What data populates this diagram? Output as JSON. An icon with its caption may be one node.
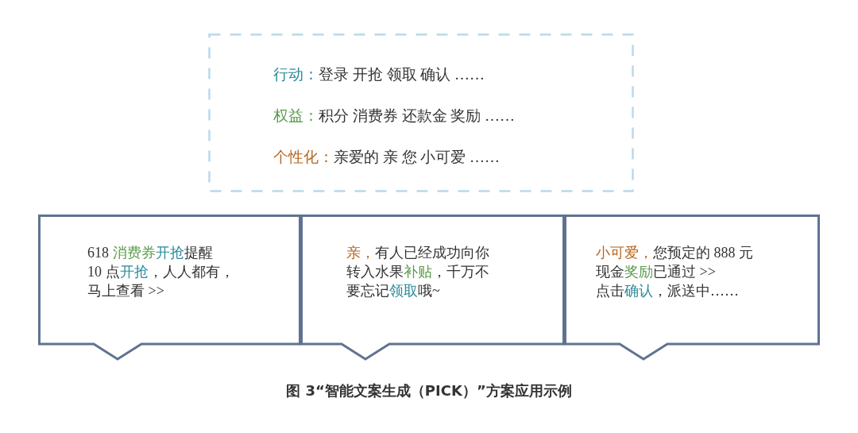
{
  "diagram": {
    "caption": "图 3“智能文案生成（PICK）”方案应用示例",
    "nodes": [
      {
        "text": [
          "行动：",
          "登录 开抢 领取 确认 ……",
          "权益：",
          "积分 消费券 还款金 奖励 ……",
          "个性化：",
          "亲爱的 亲 您 小可爱 ……"
        ]
      },
      {
        "text": [
          "618 消费券开抢提醒10 点开抢，人人都有，马上查看 >>"
        ]
      },
      {
        "text": [
          "亲，有人已经成功向你转入水果补贴，千万不要忘记领取哦~"
        ]
      },
      {
        "text": [
          "小可爱，您预定的 888 元现金奖励已通过 >>点击确认，派送中……"
        ]
      }
    ]
  }
}
